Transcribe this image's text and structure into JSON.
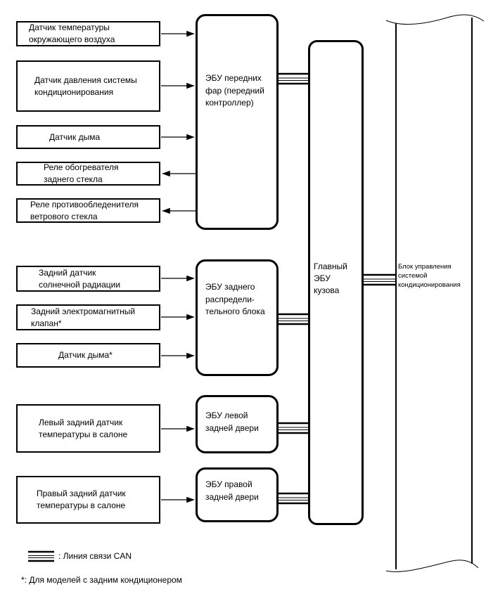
{
  "nodes": {
    "left": [
      {
        "name": "ambient-temp-sensor",
        "text": "Датчик температуры\nокружающего воздуха"
      },
      {
        "name": "ac-pressure-sensor",
        "text": "Датчик давления системы\nкондиционирования"
      },
      {
        "name": "smoke-sensor",
        "text": "Датчик дыма"
      },
      {
        "name": "rear-window-heater-relay",
        "text": "Реле обогревателя\nзаднего стекла"
      },
      {
        "name": "windshield-deicer-relay",
        "text": "Реле противообледенителя\nветрового стекла"
      },
      {
        "name": "rear-solar-sensor",
        "text": "Задний датчик\nсолнечной радиации"
      },
      {
        "name": "rear-solenoid-valve",
        "text": "Задний электромагнитный\nклапан*"
      },
      {
        "name": "smoke-sensor-rear",
        "text": "Датчик дыма*"
      },
      {
        "name": "left-rear-temp-sensor",
        "text": "Левый задний датчик\nтемпературы в салоне"
      },
      {
        "name": "right-rear-temp-sensor",
        "text": "Правый задний датчик\nтемпературы в салоне"
      }
    ],
    "ecus": [
      {
        "name": "front-lights-ecu",
        "text": "ЭБУ передних\nфар (передний\nконтроллер)"
      },
      {
        "name": "rear-junction-ecu",
        "text": "ЭБУ заднего\nраспредели-\nтельного блока"
      },
      {
        "name": "left-rear-door-ecu",
        "text": "ЭБУ левой\nзадней двери"
      },
      {
        "name": "right-rear-door-ecu",
        "text": "ЭБУ правой\nзадней двери"
      }
    ],
    "main_ecu": {
      "name": "main-body-ecu",
      "text": "Главный\nЭБУ\nкузова"
    },
    "ac_control": {
      "name": "ac-control-unit",
      "text": "Блок управления\nсистемой\nкондиционирования"
    }
  },
  "connections": [
    {
      "from": "ambient-temp-sensor",
      "to": "front-lights-ecu",
      "type": "arrow"
    },
    {
      "from": "ac-pressure-sensor",
      "to": "front-lights-ecu",
      "type": "arrow"
    },
    {
      "from": "smoke-sensor",
      "to": "front-lights-ecu",
      "type": "arrow"
    },
    {
      "from": "front-lights-ecu",
      "to": "rear-window-heater-relay",
      "type": "arrow"
    },
    {
      "from": "front-lights-ecu",
      "to": "windshield-deicer-relay",
      "type": "arrow"
    },
    {
      "from": "rear-solar-sensor",
      "to": "rear-junction-ecu",
      "type": "arrow"
    },
    {
      "from": "rear-solenoid-valve",
      "to": "rear-junction-ecu",
      "type": "arrow"
    },
    {
      "from": "smoke-sensor-rear",
      "to": "rear-junction-ecu",
      "type": "arrow"
    },
    {
      "from": "left-rear-temp-sensor",
      "to": "left-rear-door-ecu",
      "type": "arrow"
    },
    {
      "from": "right-rear-temp-sensor",
      "to": "right-rear-door-ecu",
      "type": "arrow"
    },
    {
      "from": "front-lights-ecu",
      "to": "main-body-ecu",
      "type": "can"
    },
    {
      "from": "rear-junction-ecu",
      "to": "main-body-ecu",
      "type": "can"
    },
    {
      "from": "left-rear-door-ecu",
      "to": "main-body-ecu",
      "type": "can"
    },
    {
      "from": "right-rear-door-ecu",
      "to": "main-body-ecu",
      "type": "can"
    },
    {
      "from": "main-body-ecu",
      "to": "ac-control-unit",
      "type": "can"
    }
  ],
  "legend": {
    "can_line_label": ": Линия связи CAN"
  },
  "footnote": "*: Для моделей с задним кондиционером",
  "colors": {
    "line": "#000000",
    "background": "#ffffff"
  }
}
